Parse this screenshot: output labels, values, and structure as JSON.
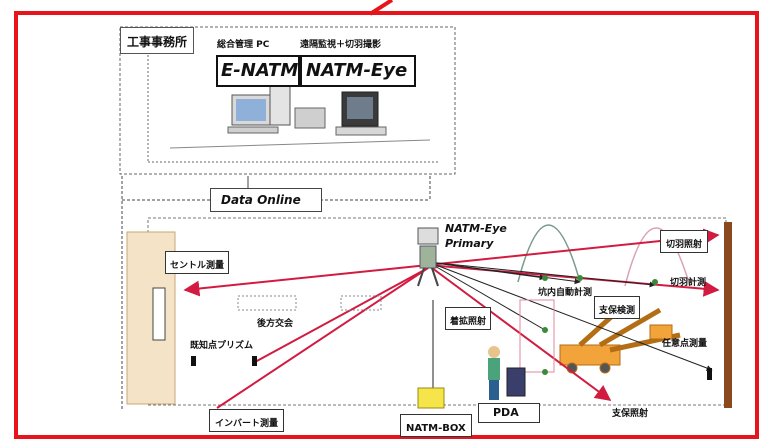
{
  "office": {
    "title": "工事事務所"
  },
  "pc": {
    "heading": "総合管理 PC",
    "system": "E-NATM"
  },
  "monitor": {
    "heading": "遠隔監視＋切羽撮影",
    "system": "NATM-Eye"
  },
  "link": {
    "label": "Data Online"
  },
  "station": {
    "name_line1": "NATM-Eye",
    "name_line2": "Primary"
  },
  "labels": {
    "center_survey": "セントル測量",
    "rear_intersection": "後方交会",
    "known_prism": "既知点プリズム",
    "invert_survey": "インバート測量",
    "natm_box": "NATM-BOX",
    "pda": "PDA",
    "tunnel_auto": "坑内自動計測",
    "support_check": "支保検測",
    "arch_irradiation": "着拡照射",
    "face_irradiation": "切羽照射",
    "face_measure": "切羽計測",
    "any_point": "任意点測量",
    "support_irradiation": "支保照射"
  },
  "colors": {
    "frame": "#e8141b",
    "arrow": "#d21b40",
    "line": "#222222",
    "machine": "#f2a33a",
    "wall": "#8a4a1e",
    "box": "#f5e54a"
  }
}
